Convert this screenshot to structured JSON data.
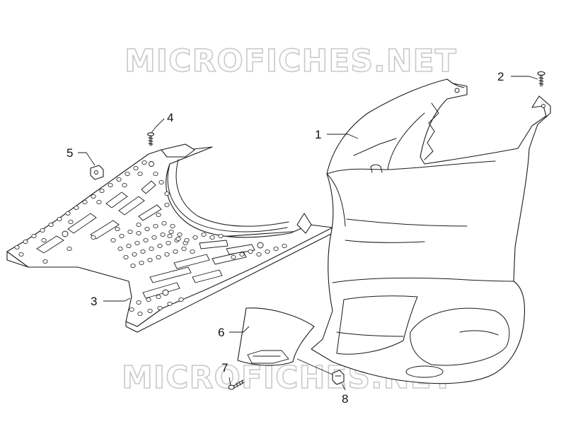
{
  "watermark": {
    "top": "MICROFICHES.NET",
    "bottom": "MICROFICHES.NET"
  },
  "callouts": {
    "c1": "1",
    "c2": "2",
    "c3": "3",
    "c4": "4",
    "c5": "5",
    "c6": "6",
    "c7": "7",
    "c8": "8"
  },
  "colors": {
    "line": "#1a1a1a",
    "watermark_outline": "#c9c9c9",
    "background": "#ffffff"
  }
}
